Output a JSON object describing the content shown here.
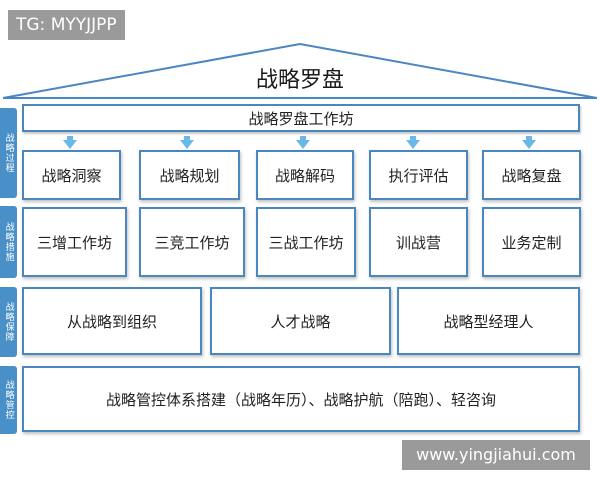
{
  "watermarks": {
    "top_left": "TG: MYYJJPP",
    "bottom_right": "www.yingjiahui.com"
  },
  "roof": {
    "title": "战略罗盘"
  },
  "workshop": {
    "label": "战略罗盘工作坊"
  },
  "sidebar": {
    "row1": "战略过程",
    "row2": "战略措施",
    "row3": "战略保障",
    "row4": "战略管控"
  },
  "process": [
    "战略洞察",
    "战略规划",
    "战略解码",
    "执行评估",
    "战略复盘"
  ],
  "measures": [
    "三增工作坊",
    "三竞工作坊",
    "三战工作坊",
    "训战营",
    "业务定制"
  ],
  "support": [
    "从战略到组织",
    "人才战略",
    "战略型经理人"
  ],
  "control": {
    "label": "战略管控体系搭建（战略年历）、战略护航（陪跑）、轻咨询"
  },
  "colors": {
    "border": "#4a86c0",
    "sidebar": "#4a90c8",
    "arrow": "#6ab8e6"
  }
}
